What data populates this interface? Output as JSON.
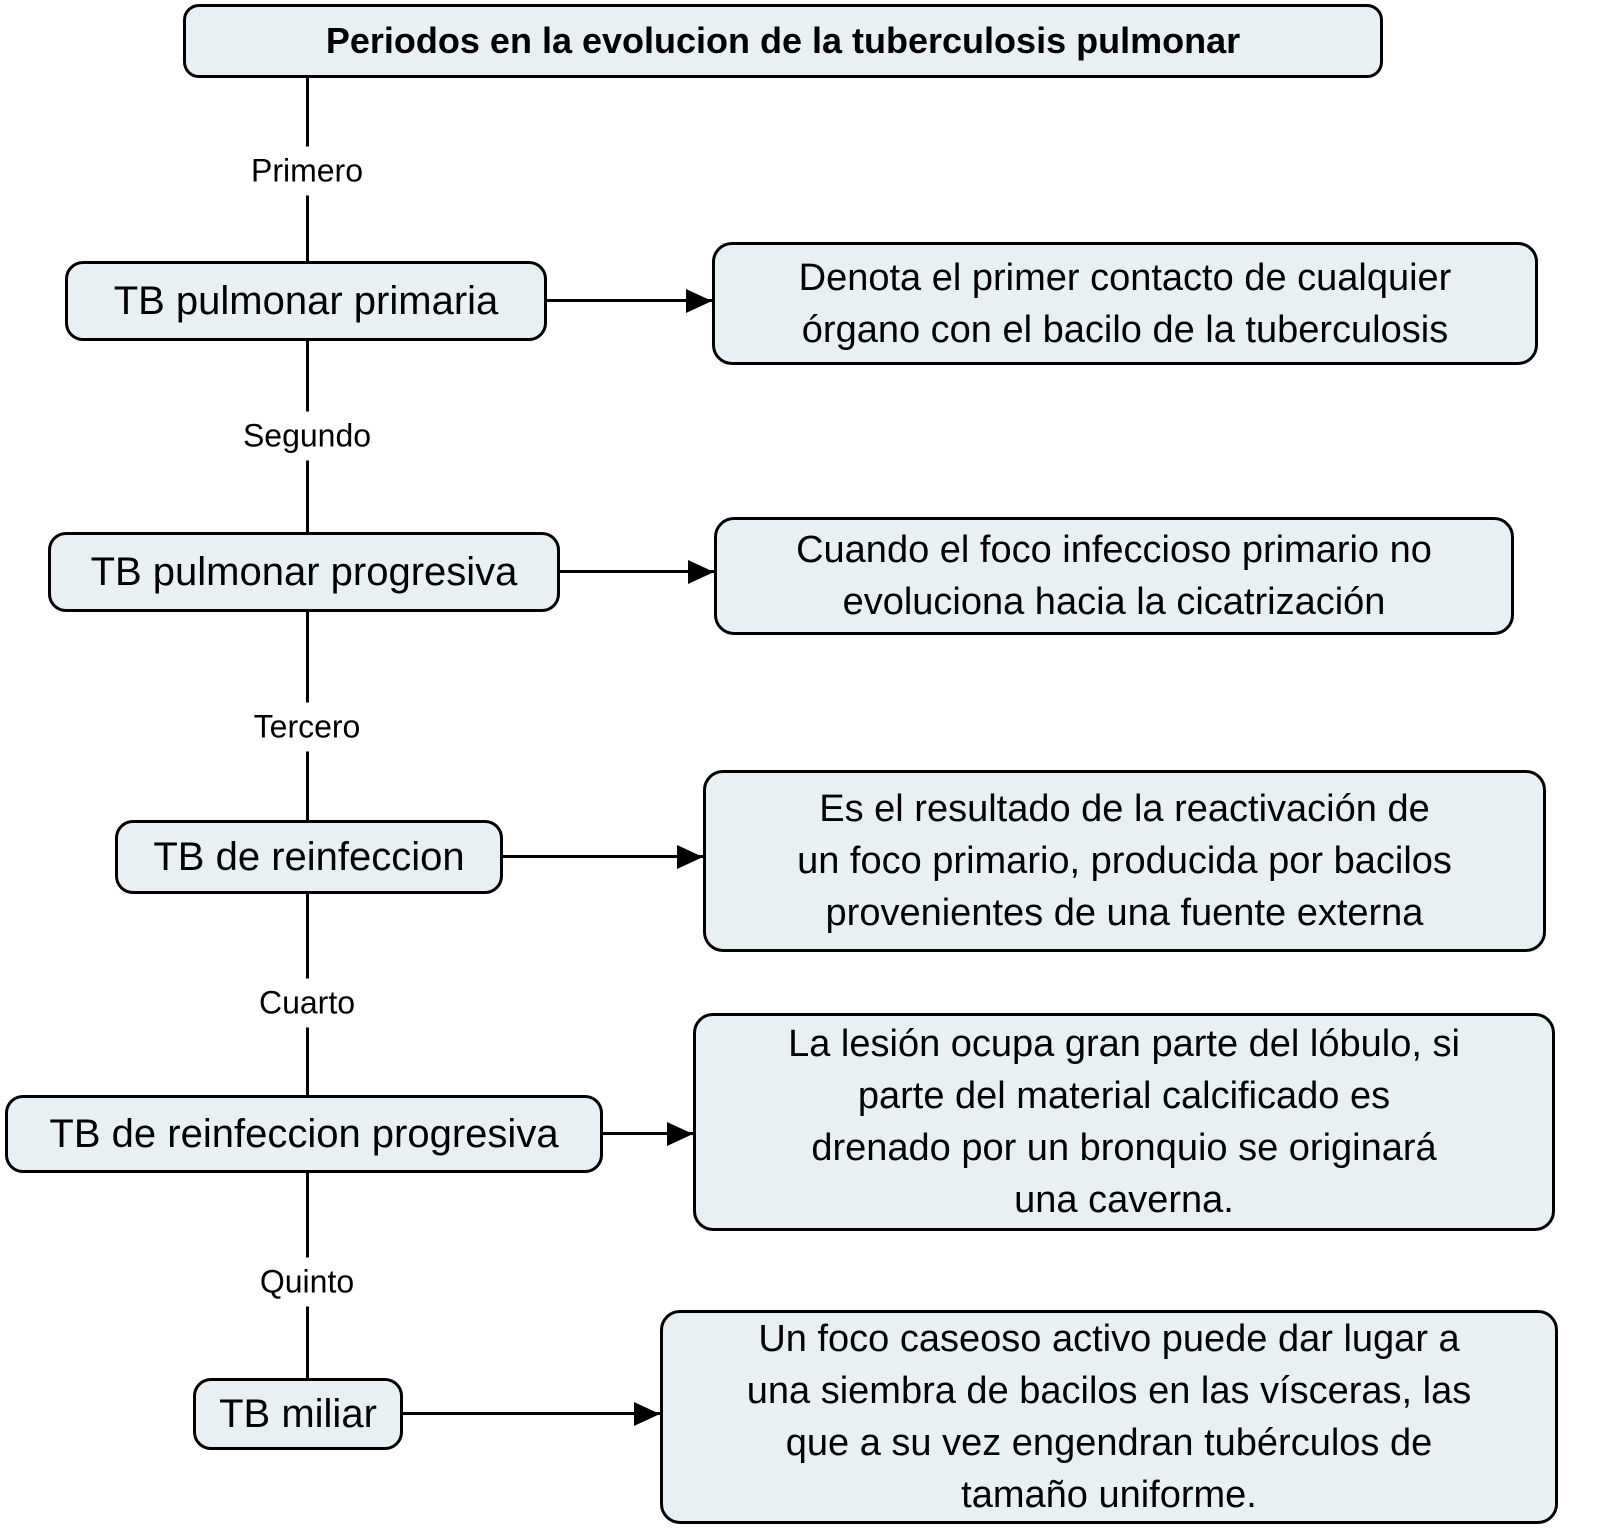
{
  "title": "Periodos en la evolucion de la tuberculosis pulmonar",
  "colors": {
    "box_fill": "#e9f0f3",
    "line_color": "#000000",
    "background": "#ffffff"
  },
  "periods": [
    {
      "label": "Primero",
      "node": "TB pulmonar primaria",
      "description": "Denota el primer contacto de cualquier\nórgano con el bacilo de la tuberculosis"
    },
    {
      "label": "Segundo",
      "node": "TB pulmonar progresiva",
      "description": "Cuando el foco infeccioso primario no\nevoluciona hacia la cicatrización"
    },
    {
      "label": "Tercero",
      "node": "TB de reinfeccion",
      "description": "Es el resultado de la reactivación de\nun foco primario, producida por bacilos\nprovenientes de una fuente externa"
    },
    {
      "label": "Cuarto",
      "node": "TB de reinfeccion progresiva",
      "description": "La lesión ocupa gran parte del lóbulo, si\nparte del material calcificado es\ndrenado por un bronquio se originará\nuna caverna."
    },
    {
      "label": "Quinto",
      "node": "TB miliar",
      "description": "Un foco caseoso activo puede dar lugar a\nuna siembra de bacilos en las vísceras, las\nque a su vez engendran tubérculos de\ntamaño uniforme."
    }
  ]
}
